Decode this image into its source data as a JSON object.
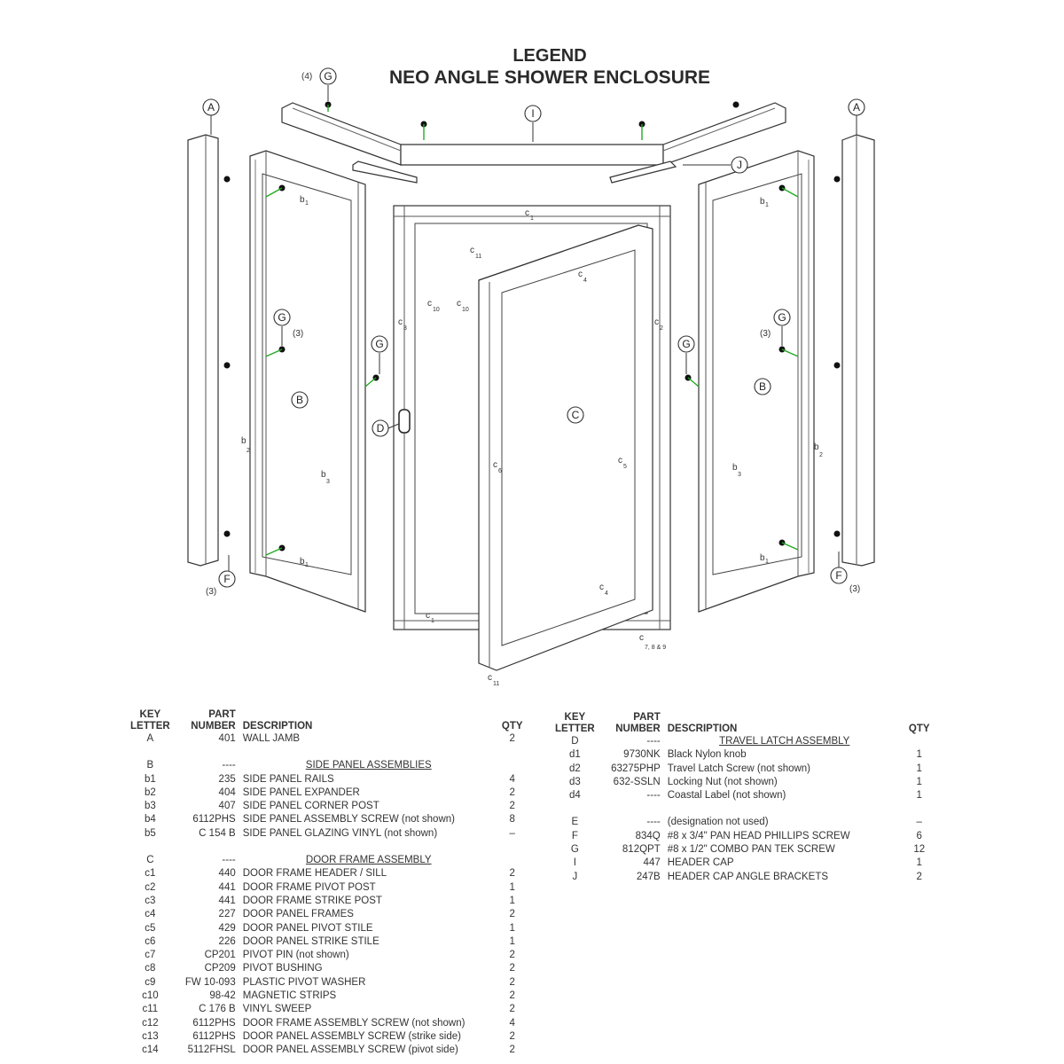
{
  "title": {
    "line1": "LEGEND",
    "line2": "NEO ANGLE SHOWER ENCLOSURE"
  },
  "diagram_labels": {
    "A": "A",
    "B": "B",
    "C": "C",
    "D": "D",
    "F": "F",
    "G": "G",
    "I": "I",
    "J": "J",
    "qty4": "(4)",
    "qty3": "(3)",
    "c": "c",
    "b": "b",
    "s1": "1",
    "s2": "2",
    "s3": "3",
    "s4": "4",
    "s5": "5",
    "s6": "6",
    "s10": "10",
    "s11": "11",
    "s789": "7, 8 & 9"
  },
  "left_table": {
    "headers": {
      "key1": "KEY",
      "key2": "LETTER",
      "part1": "PART",
      "part2": "NUMBER",
      "description": "DESCRIPTION",
      "qty": "QTY"
    },
    "rows": [
      {
        "key": "A",
        "part": "401",
        "desc": "WALL JAMB",
        "qty": "2"
      },
      {
        "key": "",
        "part": "",
        "desc": "",
        "qty": ""
      },
      {
        "key": "B",
        "part": "----",
        "desc": "SIDE PANEL ASSEMBLIES",
        "qty": "",
        "heading": true
      },
      {
        "key": "b1",
        "part": "235",
        "desc": "SIDE PANEL RAILS",
        "qty": "4"
      },
      {
        "key": "b2",
        "part": "404",
        "desc": "SIDE PANEL EXPANDER",
        "qty": "2"
      },
      {
        "key": "b3",
        "part": "407",
        "desc": "SIDE PANEL CORNER POST",
        "qty": "2"
      },
      {
        "key": "b4",
        "part": "6112PHS",
        "desc": "SIDE PANEL ASSEMBLY SCREW (not shown)",
        "qty": "8"
      },
      {
        "key": "b5",
        "part": "C 154 B",
        "desc": "SIDE PANEL GLAZING VINYL (not shown)",
        "qty": "–"
      },
      {
        "key": "",
        "part": "",
        "desc": "",
        "qty": ""
      },
      {
        "key": "C",
        "part": "----",
        "desc": "DOOR FRAME ASSEMBLY",
        "qty": "",
        "heading": true
      },
      {
        "key": "c1",
        "part": "440",
        "desc": "DOOR FRAME HEADER / SILL",
        "qty": "2"
      },
      {
        "key": "c2",
        "part": "441",
        "desc": "DOOR FRAME PIVOT POST",
        "qty": "1"
      },
      {
        "key": "c3",
        "part": "441",
        "desc": "DOOR FRAME STRIKE POST",
        "qty": "1"
      },
      {
        "key": "c4",
        "part": "227",
        "desc": "DOOR PANEL FRAMES",
        "qty": "2"
      },
      {
        "key": "c5",
        "part": "429",
        "desc": "DOOR PANEL PIVOT STILE",
        "qty": "1"
      },
      {
        "key": "c6",
        "part": "226",
        "desc": "DOOR PANEL STRIKE STILE",
        "qty": "1"
      },
      {
        "key": "c7",
        "part": "CP201",
        "desc": "PIVOT PIN (not shown)",
        "qty": "2"
      },
      {
        "key": "c8",
        "part": "CP209",
        "desc": "PIVOT BUSHING",
        "qty": "2"
      },
      {
        "key": "c9",
        "part": "FW 10-093",
        "desc": "PLASTIC PIVOT WASHER",
        "qty": "2"
      },
      {
        "key": "c10",
        "part": "98-42",
        "desc": "MAGNETIC STRIPS",
        "qty": "2"
      },
      {
        "key": "c11",
        "part": "C 176 B",
        "desc": "VINYL SWEEP",
        "qty": "2"
      },
      {
        "key": "c12",
        "part": "6112PHS",
        "desc": "DOOR FRAME ASSEMBLY SCREW (not shown)",
        "qty": "4"
      },
      {
        "key": "c13",
        "part": "6112PHS",
        "desc": "DOOR PANEL ASSEMBLY SCREW (strike side)",
        "qty": "2"
      },
      {
        "key": "c14",
        "part": "5112FHSL",
        "desc": "DOOR PANEL ASSEMBLY SCREW (pivot side)",
        "qty": "2"
      }
    ]
  },
  "right_table": {
    "headers": {
      "key1": "KEY",
      "key2": "LETTER",
      "part1": "PART",
      "part2": "NUMBER",
      "description": "DESCRIPTION",
      "qty": "QTY"
    },
    "rows": [
      {
        "key": "D",
        "part": "----",
        "desc": "TRAVEL LATCH ASSEMBLY",
        "qty": "",
        "heading": true
      },
      {
        "key": "d1",
        "part": "9730NK",
        "desc": "Black Nylon knob",
        "qty": "1"
      },
      {
        "key": "d2",
        "part": "63275PHP",
        "desc": "Travel Latch Screw (not shown)",
        "qty": "1"
      },
      {
        "key": "d3",
        "part": "632-SSLN",
        "desc": "Locking Nut (not shown)",
        "qty": "1"
      },
      {
        "key": "d4",
        "part": "----",
        "desc": "Coastal Label (not shown)",
        "qty": "1"
      },
      {
        "key": "",
        "part": "",
        "desc": "",
        "qty": ""
      },
      {
        "key": "E",
        "part": "----",
        "desc": "(designation not used)",
        "qty": "–"
      },
      {
        "key": "F",
        "part": "834Q",
        "desc": "#8 x 3/4\" PAN HEAD PHILLIPS SCREW",
        "qty": "6"
      },
      {
        "key": "G",
        "part": "812QPT",
        "desc": "#8 x 1/2\" COMBO PAN TEK SCREW",
        "qty": "12"
      },
      {
        "key": "I",
        "part": "447",
        "desc": "HEADER CAP",
        "qty": "1"
      },
      {
        "key": "J",
        "part": "247B",
        "desc": "HEADER CAP ANGLE BRACKETS",
        "qty": "2"
      }
    ]
  }
}
